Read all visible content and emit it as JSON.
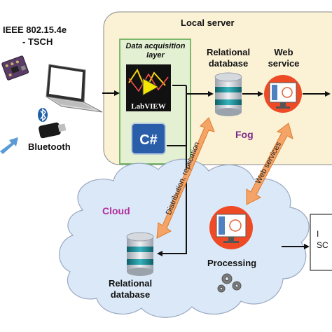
{
  "labels": {
    "ieee_line1": "IEEE 802.15.4e",
    "ieee_line2": "- TSCH",
    "bluetooth": "Bluetooth",
    "local_server": "Local server",
    "daq_line1": "Data acquisition",
    "daq_line2": "layer",
    "labview_logo": "LabVIEW",
    "csharp_logo": "C#",
    "rel_db_top_line1": "Relational",
    "rel_db_top_line2": "database",
    "web_service_line1": "Web",
    "web_service_line2": "service",
    "fog": "Fog",
    "cloud": "Cloud",
    "distribution_replication": "Distribution, replication",
    "web_services": "Web services",
    "processing": "Processing",
    "rel_db_bottom_line1": "Relational",
    "rel_db_bottom_line2": "database",
    "partial_box_line1": "I",
    "partial_box_line2": "SC"
  },
  "colors": {
    "local_server_fill": "#fbf2d6",
    "local_server_border": "#8a8a8a",
    "daq_fill": "#e3f0d2",
    "daq_border": "#58a548",
    "cloud_fill": "#dbe8f7",
    "cloud_border": "#9aa9c2",
    "fog_text": "#7a2a88",
    "cloud_text": "#b12f9d",
    "arrow_orange": "#f5a468",
    "arrow_blue": "#5b9bd5",
    "db_teal": "#1f8a93",
    "db_gray": "#c8ccd2"
  },
  "icons": [
    "sensor-board-icon",
    "laptop-icon",
    "bluetooth-icon",
    "usb-dongle-icon",
    "labview-icon",
    "csharp-icon",
    "database-icon",
    "web-service-monitor-icon",
    "gears-icon"
  ]
}
